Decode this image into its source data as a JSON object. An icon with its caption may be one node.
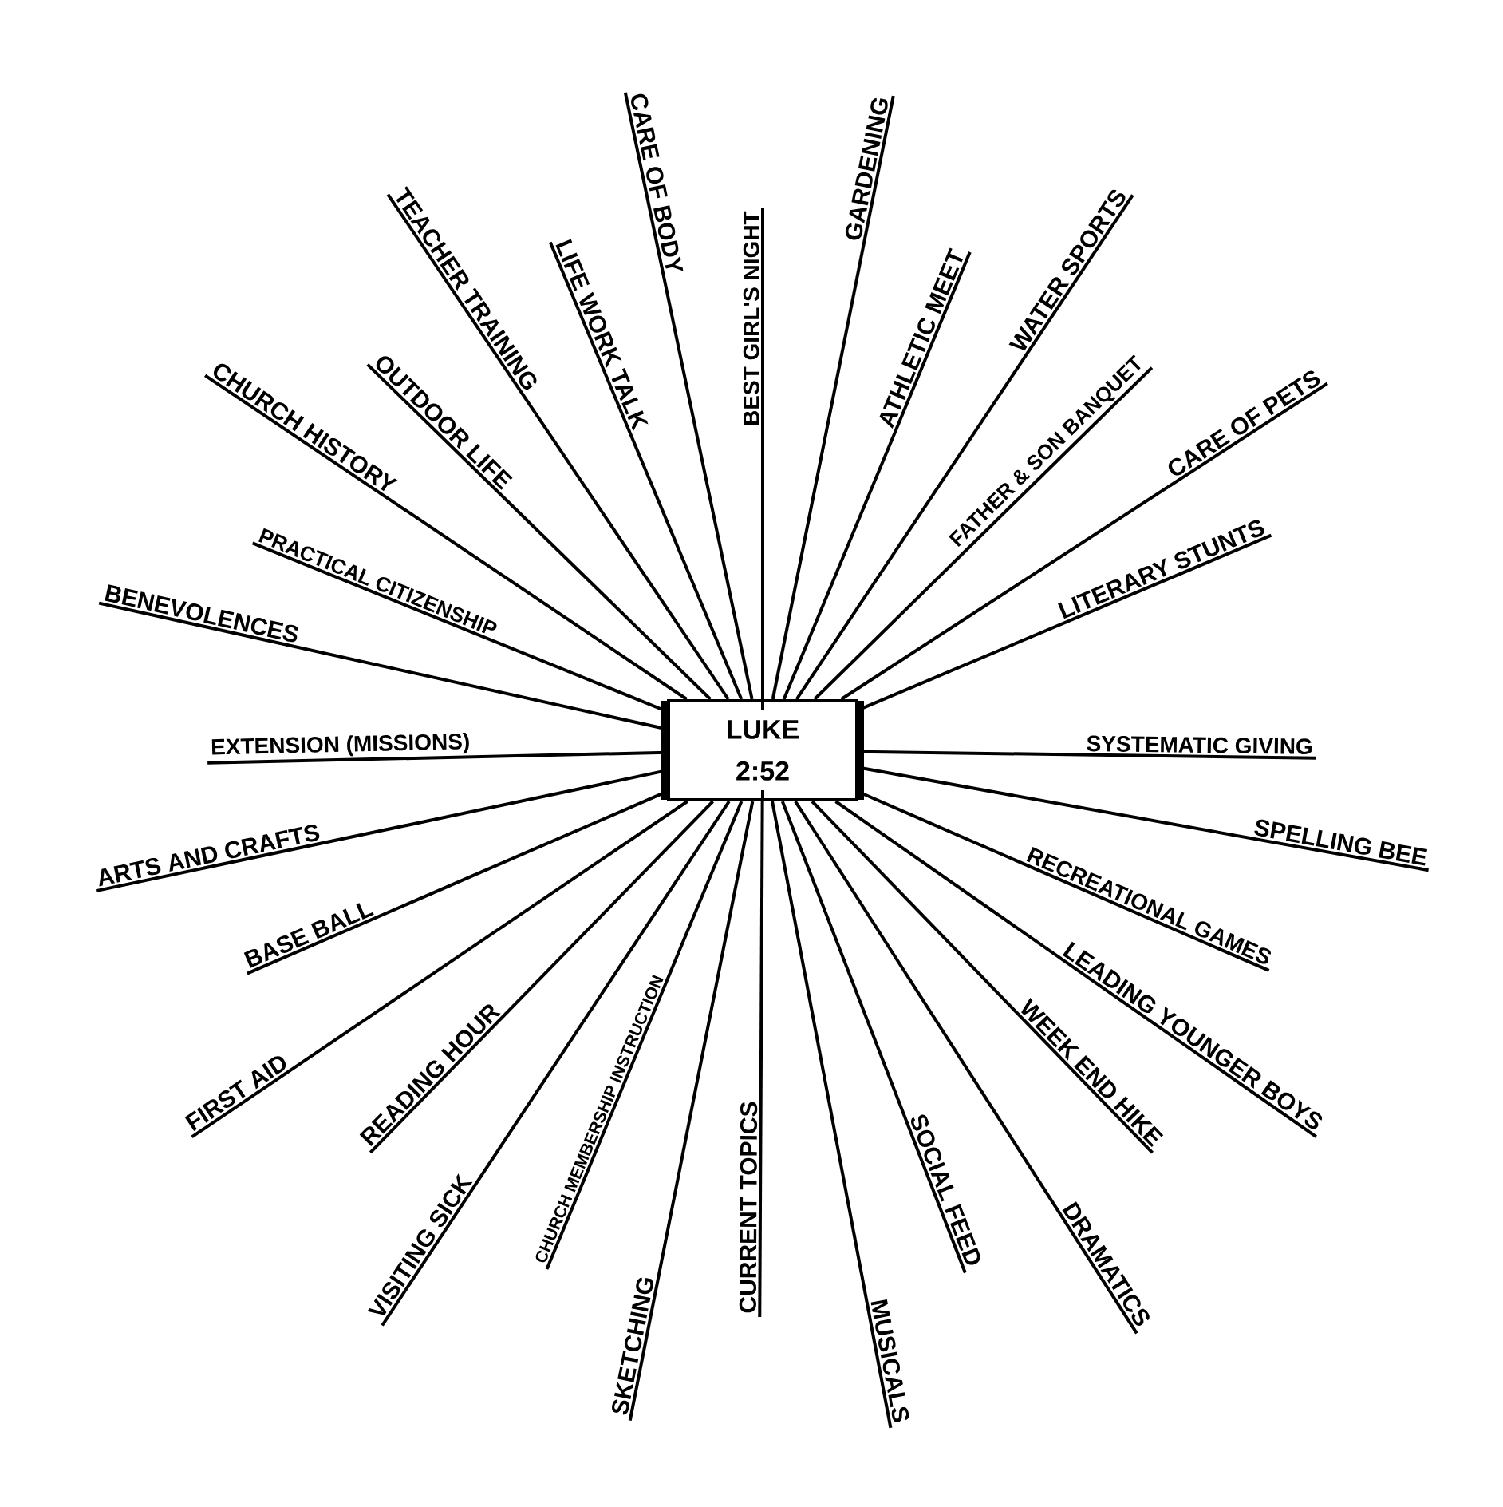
{
  "diagram": {
    "nodes": [
      {
        "text": [
          "LUKE 2:52"
        ]
      },
      {
        "text": [
          "CARE OF BODY"
        ]
      },
      {
        "text": [
          "BEST GIRL'S NIGHT"
        ]
      },
      {
        "text": [
          "GARDENING"
        ]
      },
      {
        "text": [
          "ATHLETIC MEET"
        ]
      },
      {
        "text": [
          "WATER SPORTS"
        ]
      },
      {
        "text": [
          "FATHER & SON BANQUET"
        ]
      },
      {
        "text": [
          "CARE OF PETS"
        ]
      },
      {
        "text": [
          "LITERARY STUNTS"
        ]
      },
      {
        "text": [
          "SYSTEMATIC GIVING"
        ]
      },
      {
        "text": [
          "SPELLING BEE"
        ]
      },
      {
        "text": [
          "RECREATIONAL GAMES"
        ]
      },
      {
        "text": [
          "LEADING YOUNGER BOYS"
        ]
      },
      {
        "text": [
          "WEEK END HIKE"
        ]
      },
      {
        "text": [
          "DRAMATICS"
        ]
      },
      {
        "text": [
          "SOCIAL FEED"
        ]
      },
      {
        "text": [
          "MUSICALS"
        ]
      },
      {
        "text": [
          "CURRENT TOPICS"
        ]
      },
      {
        "text": [
          "SKETCHING"
        ]
      },
      {
        "text": [
          "CHURCH MEMBERSHIP INSTRUCTION"
        ]
      },
      {
        "text": [
          "VISITING SICK"
        ]
      },
      {
        "text": [
          "READING HOUR"
        ]
      },
      {
        "text": [
          "FIRST AID"
        ]
      },
      {
        "text": [
          "BASE BALL"
        ]
      },
      {
        "text": [
          "ARTS AND CRAFTS"
        ]
      },
      {
        "text": [
          "EXTENSION (MISSIONS)"
        ]
      },
      {
        "text": [
          "BENEVOLENCES"
        ]
      },
      {
        "text": [
          "PRACTICAL CITIZENSHIP"
        ]
      },
      {
        "text": [
          "CHURCH HISTORY"
        ]
      },
      {
        "text": [
          "OUTDOOR LIFE"
        ]
      },
      {
        "text": [
          "TEACHER TRAINING"
        ]
      },
      {
        "text": [
          "LIFE WORK TALK"
        ]
      }
    ],
    "edges": [
      {
        "from": 0,
        "to": 1,
        "arrow": "none"
      },
      {
        "from": 0,
        "to": 2,
        "arrow": "none"
      },
      {
        "from": 0,
        "to": 3,
        "arrow": "none"
      },
      {
        "from": 0,
        "to": 4,
        "arrow": "none"
      },
      {
        "from": 0,
        "to": 5,
        "arrow": "none"
      },
      {
        "from": 0,
        "to": 6,
        "arrow": "none"
      },
      {
        "from": 0,
        "to": 7,
        "arrow": "none"
      },
      {
        "from": 0,
        "to": 8,
        "arrow": "none"
      },
      {
        "from": 0,
        "to": 9,
        "arrow": "none"
      },
      {
        "from": 0,
        "to": 10,
        "arrow": "none"
      },
      {
        "from": 0,
        "to": 11,
        "arrow": "none"
      },
      {
        "from": 0,
        "to": 12,
        "arrow": "none"
      },
      {
        "from": 0,
        "to": 13,
        "arrow": "none"
      },
      {
        "from": 0,
        "to": 14,
        "arrow": "none"
      },
      {
        "from": 0,
        "to": 15,
        "arrow": "none"
      },
      {
        "from": 0,
        "to": 16,
        "arrow": "none"
      },
      {
        "from": 0,
        "to": 17,
        "arrow": "none"
      },
      {
        "from": 0,
        "to": 18,
        "arrow": "none"
      },
      {
        "from": 0,
        "to": 19,
        "arrow": "none"
      },
      {
        "from": 0,
        "to": 20,
        "arrow": "none"
      },
      {
        "from": 0,
        "to": 21,
        "arrow": "none"
      },
      {
        "from": 0,
        "to": 22,
        "arrow": "none"
      },
      {
        "from": 0,
        "to": 23,
        "arrow": "none"
      },
      {
        "from": 0,
        "to": 24,
        "arrow": "none"
      },
      {
        "from": 0,
        "to": 25,
        "arrow": "none"
      },
      {
        "from": 0,
        "to": 26,
        "arrow": "none"
      },
      {
        "from": 0,
        "to": 27,
        "arrow": "none"
      },
      {
        "from": 0,
        "to": 28,
        "arrow": "none"
      },
      {
        "from": 0,
        "to": 29,
        "arrow": "none"
      },
      {
        "from": 0,
        "to": 30,
        "arrow": "none"
      },
      {
        "from": 0,
        "to": 31,
        "arrow": "none"
      }
    ]
  }
}
